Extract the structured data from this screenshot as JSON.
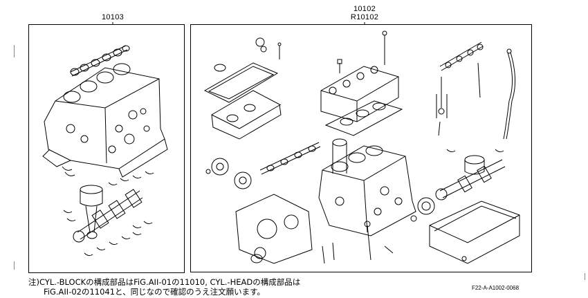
{
  "groups": [
    {
      "part_numbers": [
        "10103"
      ]
    },
    {
      "part_numbers": [
        "10102",
        "R10102"
      ]
    }
  ],
  "note": {
    "line1": "注)CYL.-BLOCKの構成部品はFiG.AII-01の11010, CYL.-HEADの構成部品は",
    "line2": "FiG.AII-02の11041と、同じなので確認のうえ注文願います。"
  },
  "figure_code": "F22-A-A1002-0068"
}
